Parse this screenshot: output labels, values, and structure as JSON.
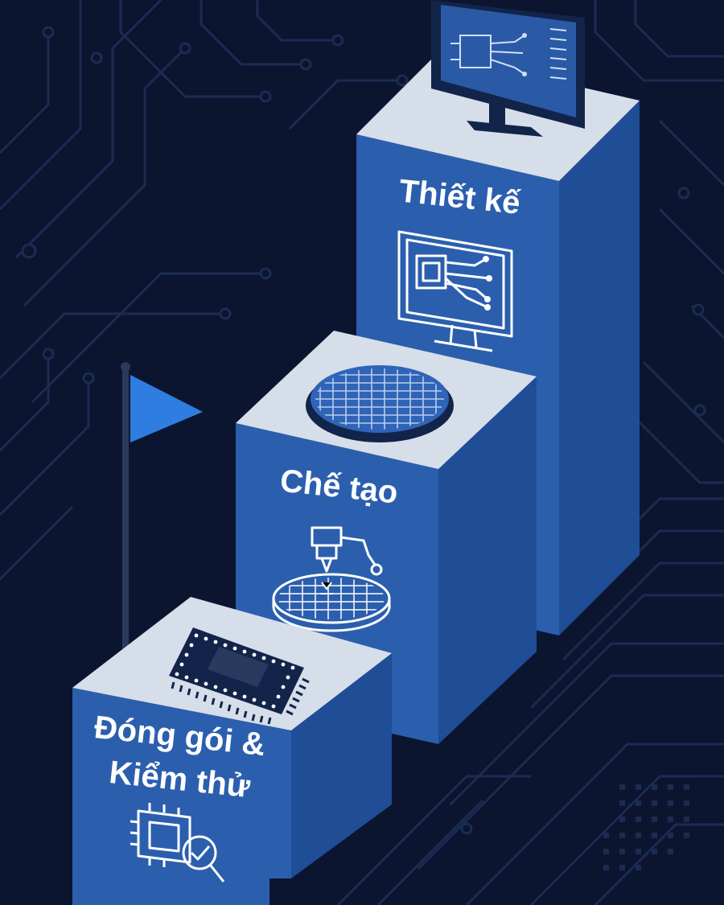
{
  "steps": [
    {
      "label": "Thiết kế",
      "icon": "monitor-circuit-icon"
    },
    {
      "label": "Chế tạo",
      "icon": "wafer-laser-icon"
    },
    {
      "label_line1": "Đóng gói &",
      "label_line2": "Kiểm thử",
      "icon": "chip-inspect-icon"
    }
  ],
  "colors": {
    "background": "#0b1530",
    "pillar_front": "#2b5fae",
    "pillar_side": "#1f4d96",
    "pillar_top": "#d6deea",
    "flag": "#2f7de0",
    "circuit_lines": "#1b2c52"
  }
}
